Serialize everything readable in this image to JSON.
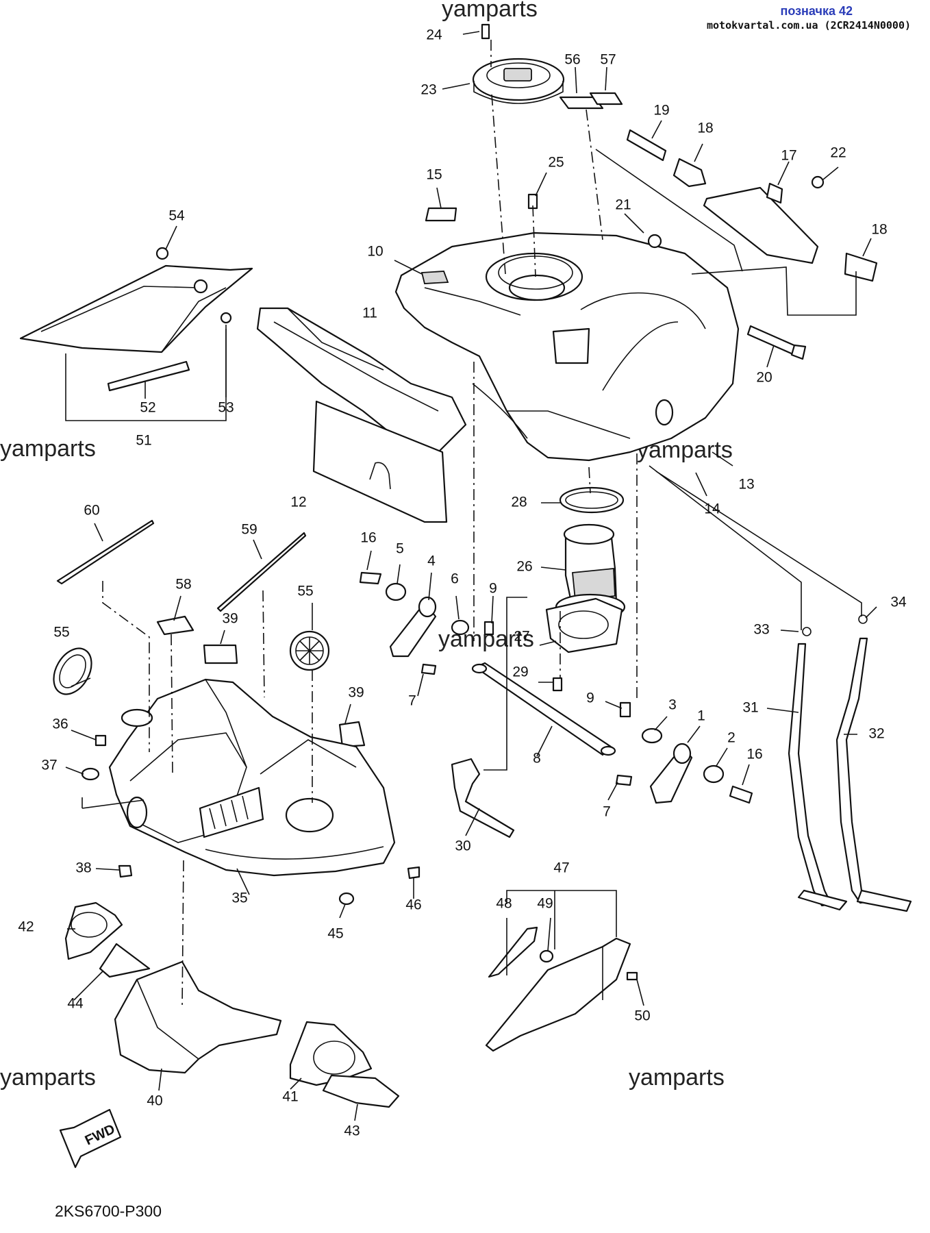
{
  "header": {
    "label": "позначка 42",
    "source": "motokvartal.com.ua (2CR2414N0000)"
  },
  "watermark": "yamparts",
  "diagram_code": "2KS6700-P300",
  "fwd_label": "FWD",
  "part_numbers": {
    "p1": "1",
    "p2": "2",
    "p3": "3",
    "p4": "4",
    "p5": "5",
    "p6": "6",
    "p7a": "7",
    "p7b": "7",
    "p8": "8",
    "p9a": "9",
    "p9b": "9",
    "p10": "10",
    "p11": "11",
    "p12": "12",
    "p13": "13",
    "p14": "14",
    "p15": "15",
    "p16a": "16",
    "p16b": "16",
    "p17": "17",
    "p18a": "18",
    "p18b": "18",
    "p19": "19",
    "p20": "20",
    "p21": "21",
    "p22": "22",
    "p23": "23",
    "p24": "24",
    "p25": "25",
    "p26": "26",
    "p27": "27",
    "p28": "28",
    "p29": "29",
    "p30": "30",
    "p31": "31",
    "p32": "32",
    "p33": "33",
    "p34": "34",
    "p35": "35",
    "p36": "36",
    "p37": "37",
    "p38": "38",
    "p39a": "39",
    "p39b": "39",
    "p40": "40",
    "p41": "41",
    "p42": "42",
    "p43": "43",
    "p44": "44",
    "p45": "45",
    "p46": "46",
    "p47": "47",
    "p48": "48",
    "p49": "49",
    "p50": "50",
    "p51": "51",
    "p52": "52",
    "p53": "53",
    "p54": "54",
    "p55a": "55",
    "p55b": "55",
    "p56": "56",
    "p57": "57",
    "p58": "58",
    "p59": "59",
    "p60": "60"
  }
}
